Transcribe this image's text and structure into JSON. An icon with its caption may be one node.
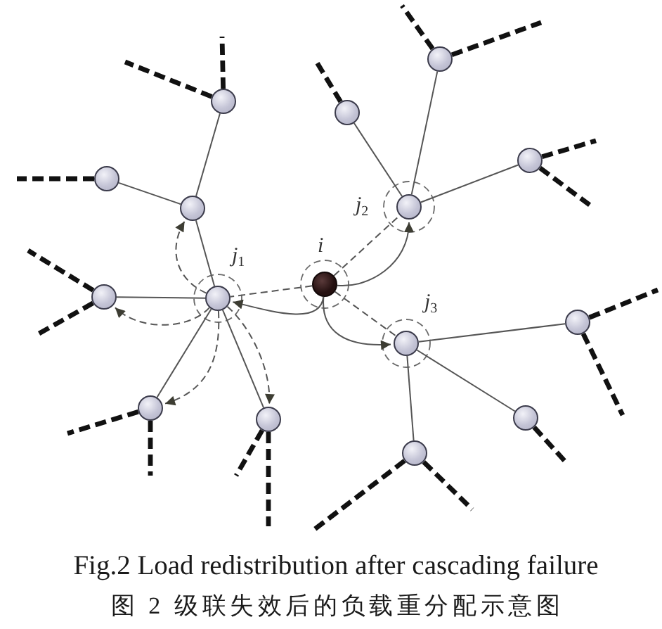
{
  "diagram": {
    "caption": "Fig.2 Load redistribution after cascading failure",
    "nodes": [
      {
        "text": [],
        "shape": "circle"
      },
      {
        "text": [],
        "shape": "circle"
      },
      {
        "text": [],
        "shape": "circle"
      },
      {
        "text": [],
        "shape": "circle"
      },
      {
        "text": [],
        "shape": "circle"
      },
      {
        "text": [],
        "shape": "circle",
        "beside": [
          "j$_{2}$"
        ]
      },
      {
        "text": [],
        "shape": "circle"
      },
      {
        "text": [],
        "shape": "circle",
        "beside": [
          "i"
        ]
      },
      {
        "text": [],
        "shape": "circle"
      },
      {
        "text": [],
        "shape": "circle",
        "beside": [
          "j$_{1}$"
        ]
      },
      {
        "text": [],
        "shape": "circle"
      },
      {
        "text": [],
        "shape": "circle",
        "beside": [
          "j$_{3}$"
        ]
      },
      {
        "text": [],
        "shape": "circle"
      },
      {
        "text": [],
        "shape": "circle"
      },
      {
        "text": [],
        "shape": "circle"
      },
      {
        "text": [],
        "shape": "circle"
      }
    ],
    "edges": [
      {
        "from": 6,
        "to": 1,
        "arrow": "none"
      },
      {
        "from": 6,
        "to": 4,
        "arrow": "none"
      },
      {
        "from": 9,
        "to": 6,
        "arrow": "none"
      },
      {
        "from": 9,
        "to": 8,
        "arrow": "none"
      },
      {
        "from": 9,
        "to": 12,
        "arrow": "none"
      },
      {
        "from": 9,
        "to": 14,
        "arrow": "none"
      },
      {
        "from": 5,
        "to": 2,
        "arrow": "none"
      },
      {
        "from": 5,
        "to": 0,
        "arrow": "none"
      },
      {
        "from": 5,
        "to": 3,
        "arrow": "none"
      },
      {
        "from": 11,
        "to": 10,
        "arrow": "none"
      },
      {
        "from": 11,
        "to": 13,
        "arrow": "none"
      },
      {
        "from": 11,
        "to": 15,
        "arrow": "none"
      },
      {
        "from": 7,
        "to": 9,
        "arrow": "to"
      },
      {
        "from": 7,
        "to": 5,
        "arrow": "to"
      },
      {
        "from": 7,
        "to": 11,
        "arrow": "to"
      },
      {
        "from": 7,
        "to": 9,
        "arrow": "none",
        "style": "dashed"
      },
      {
        "from": 7,
        "to": 5,
        "arrow": "none",
        "style": "dashed"
      },
      {
        "from": 7,
        "to": 11,
        "arrow": "none",
        "style": "dashed"
      },
      {
        "from": 9,
        "to": 6,
        "arrow": "to",
        "style": "dashed"
      },
      {
        "from": 9,
        "to": 8,
        "arrow": "to",
        "style": "dashed"
      },
      {
        "from": 9,
        "to": 12,
        "arrow": "to",
        "style": "dashed"
      },
      {
        "from": 9,
        "to": 14,
        "arrow": "to",
        "style": "dashed"
      },
      {
        "from": 0,
        "to": null,
        "arrow": "none",
        "style": "dashed",
        "color": "#111111"
      },
      {
        "from": 0,
        "to": null,
        "arrow": "none",
        "style": "dashed",
        "color": "#111111"
      },
      {
        "from": 1,
        "to": null,
        "arrow": "none",
        "style": "dashed",
        "color": "#111111"
      },
      {
        "from": 1,
        "to": null,
        "arrow": "none",
        "style": "dashed",
        "color": "#111111"
      },
      {
        "from": 2,
        "to": null,
        "arrow": "none",
        "style": "dashed",
        "color": "#111111"
      },
      {
        "from": 3,
        "to": null,
        "arrow": "none",
        "style": "dashed",
        "color": "#111111"
      },
      {
        "from": 3,
        "to": null,
        "arrow": "none",
        "style": "dashed",
        "color": "#111111"
      },
      {
        "from": 4,
        "to": null,
        "arrow": "none",
        "style": "dashed",
        "color": "#111111"
      },
      {
        "from": 8,
        "to": null,
        "arrow": "none",
        "style": "dashed",
        "color": "#111111"
      },
      {
        "from": 8,
        "to": null,
        "arrow": "none",
        "style": "dashed",
        "color": "#111111"
      },
      {
        "from": 10,
        "to": null,
        "arrow": "none",
        "style": "dashed",
        "color": "#111111"
      },
      {
        "from": 10,
        "to": null,
        "arrow": "none",
        "style": "dashed",
        "color": "#111111"
      },
      {
        "from": 12,
        "to": null,
        "arrow": "none",
        "style": "dashed",
        "color": "#111111"
      },
      {
        "from": 12,
        "to": null,
        "arrow": "none",
        "style": "dashed",
        "color": "#111111"
      },
      {
        "from": 13,
        "to": null,
        "arrow": "none",
        "style": "dashed",
        "color": "#111111"
      },
      {
        "from": 14,
        "to": null,
        "arrow": "none",
        "style": "dashed",
        "color": "#111111"
      },
      {
        "from": 14,
        "to": null,
        "arrow": "none",
        "style": "dashed",
        "color": "#111111"
      },
      {
        "from": 15,
        "to": null,
        "arrow": "none",
        "style": "dashed",
        "color": "#111111"
      },
      {
        "from": 15,
        "to": null,
        "arrow": "none",
        "style": "dashed",
        "color": "#111111"
      }
    ],
    "labels": [
      "图 2 级联失效后的负载重分配示意图"
    ]
  }
}
